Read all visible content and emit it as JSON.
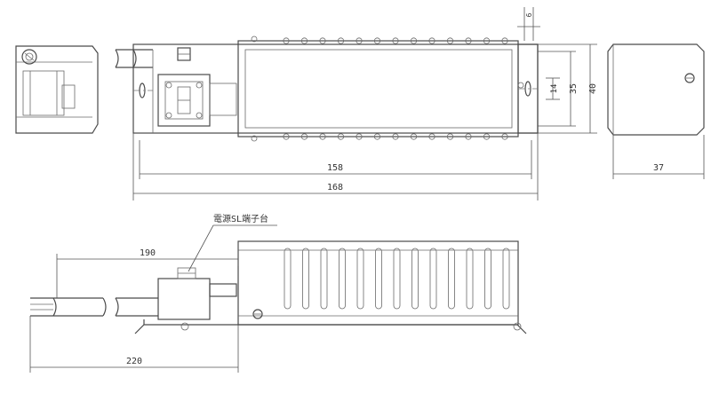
{
  "dimensions": {
    "body_length": "158",
    "overall_length": "168",
    "height_outer": "40",
    "height_inner": "35",
    "hole": "14",
    "depth": "37",
    "cable_length_1": "190",
    "cable_length_2": "220",
    "top_small": "6"
  },
  "labels": {
    "terminal_block": "電源SL端子台"
  },
  "colors": {
    "line": "#4a4a4a",
    "background": "#ffffff"
  }
}
